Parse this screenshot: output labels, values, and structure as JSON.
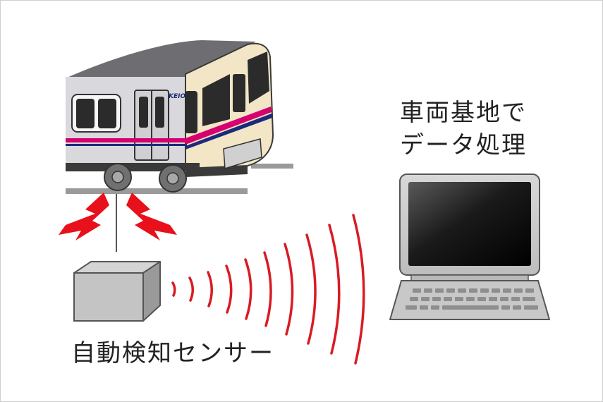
{
  "diagram": {
    "train": {
      "logo_text": "KEIO",
      "stripe_colors": {
        "pink": "#d6006e",
        "navy": "#1b2a7a"
      },
      "body_color": "#d9d9dd",
      "front_color": "#f2e6c6"
    },
    "sensor": {
      "label": "自動検知センサー",
      "signal_color": "#e8101a"
    },
    "depot": {
      "label_line1": "車両基地で",
      "label_line2": "データ処理",
      "icon": "laptop-icon"
    },
    "wireless": {
      "icon": "radio-waves-icon",
      "color": "#d81b23"
    }
  }
}
